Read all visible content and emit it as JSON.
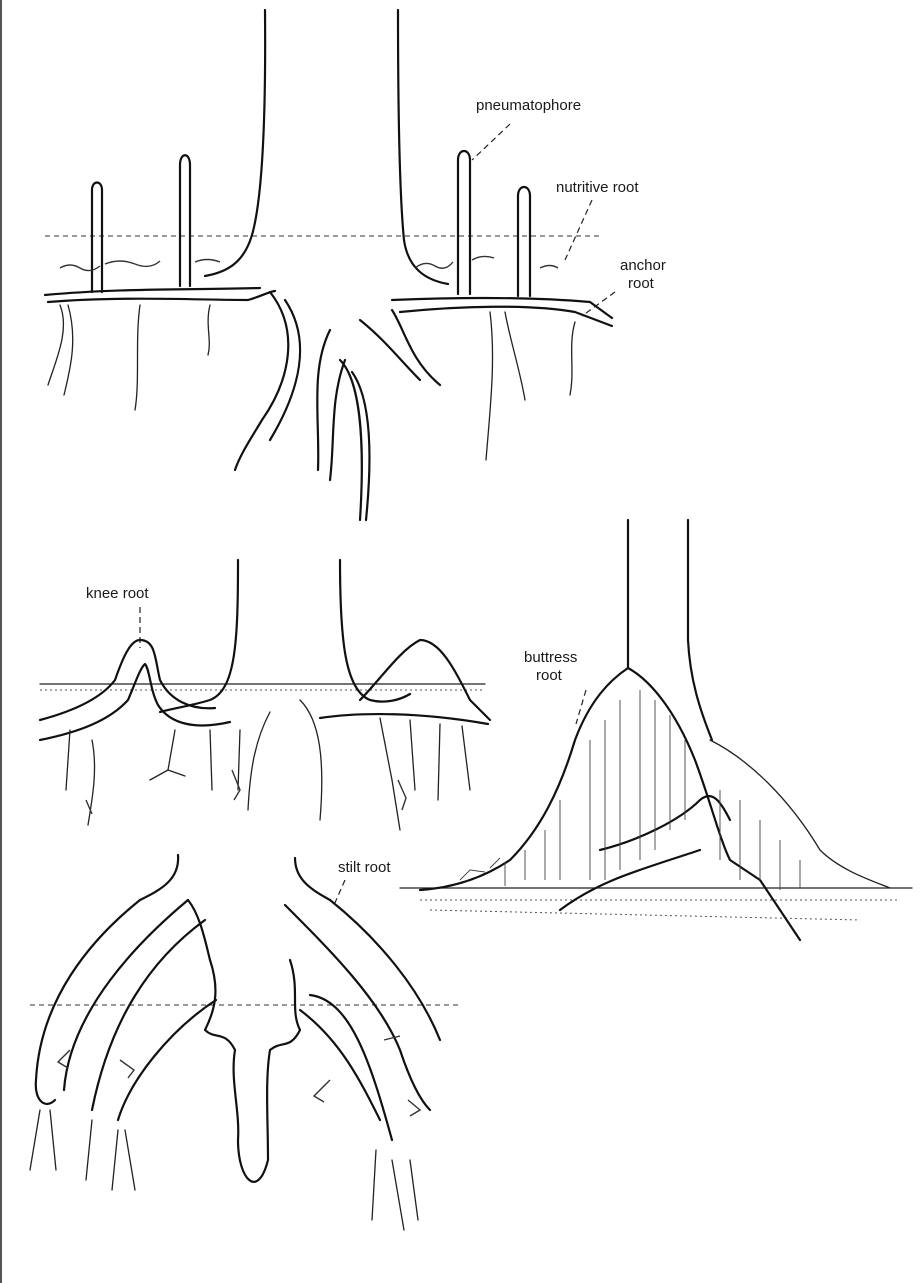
{
  "figure": {
    "labels": {
      "pneumatophore": "pneumatophore",
      "nutritive_root": "nutritive root",
      "anchor_root_line1": "anchor",
      "anchor_root_line2": "root",
      "knee_root": "knee root",
      "buttress_root_line1": "buttress",
      "buttress_root_line2": "root",
      "stilt_root": "stilt root"
    }
  }
}
